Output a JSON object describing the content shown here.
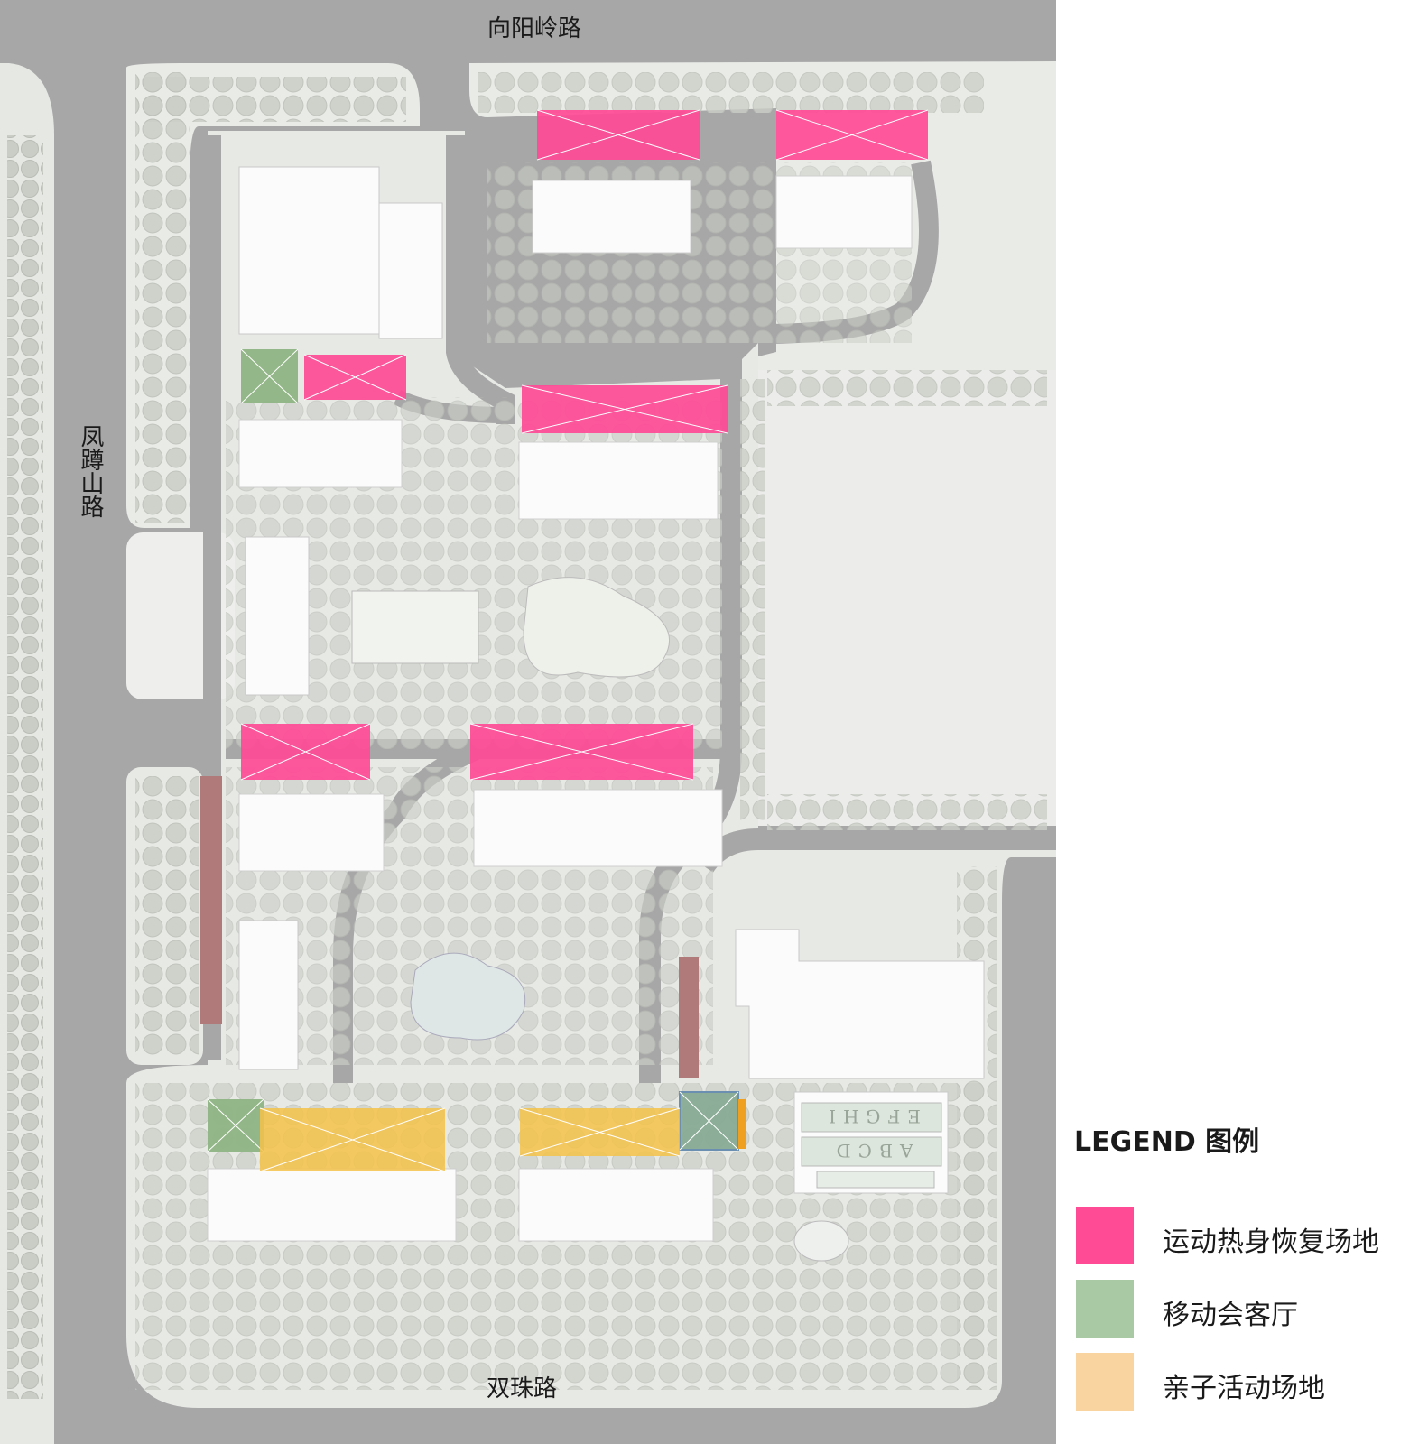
{
  "roads": {
    "north": "向阳岭路",
    "west": "凤蹲山路",
    "south": "双珠路"
  },
  "site_plan": {
    "block_letters_top": "EFGHI",
    "block_letters_bottom": "ABCD"
  },
  "legend": {
    "title": "LEGEND 图例",
    "items": [
      {
        "label": "运动热身恢复场地",
        "color": "#ff4a96"
      },
      {
        "label": "移动会客厅",
        "color": "#a9c8a4"
      },
      {
        "label": "亲子活动场地",
        "color": "#f9d4a0"
      }
    ]
  },
  "colors": {
    "road": "#a7a7a7",
    "ground": "#e9ebe7",
    "tree": "#c7cbc3",
    "building": "#fbfbfb",
    "sport_zone": "#ff4a96",
    "lounge_zone": "#8fb484",
    "child_zone": "#f5c24a"
  }
}
